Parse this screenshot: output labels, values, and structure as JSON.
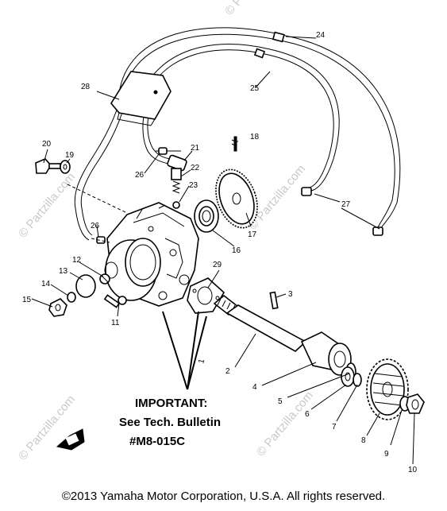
{
  "callouts": {
    "p1": "1",
    "p2": "2",
    "p3": "3",
    "p4": "4",
    "p5": "5",
    "p6": "6",
    "p7": "7",
    "p8": "8",
    "p9": "9",
    "p10": "10",
    "p11": "11",
    "p12": "12",
    "p13": "13",
    "p14": "14",
    "p15": "15",
    "p16": "16",
    "p17": "17",
    "p18": "18",
    "p19": "19",
    "p20": "20",
    "p21": "21",
    "p22": "22",
    "p23": "23",
    "p24": "24",
    "p25": "25",
    "p26a": "26",
    "p26b": "26",
    "p27": "27",
    "p28": "28",
    "p29": "29"
  },
  "note": {
    "line1": "IMPORTANT:",
    "line2": "See Tech. Bulletin",
    "line3": "#M8-015C"
  },
  "watermark": "© Partzilla.com",
  "footer": "©2013  Yamaha Motor Corporation, U.S.A. All rights reserved."
}
